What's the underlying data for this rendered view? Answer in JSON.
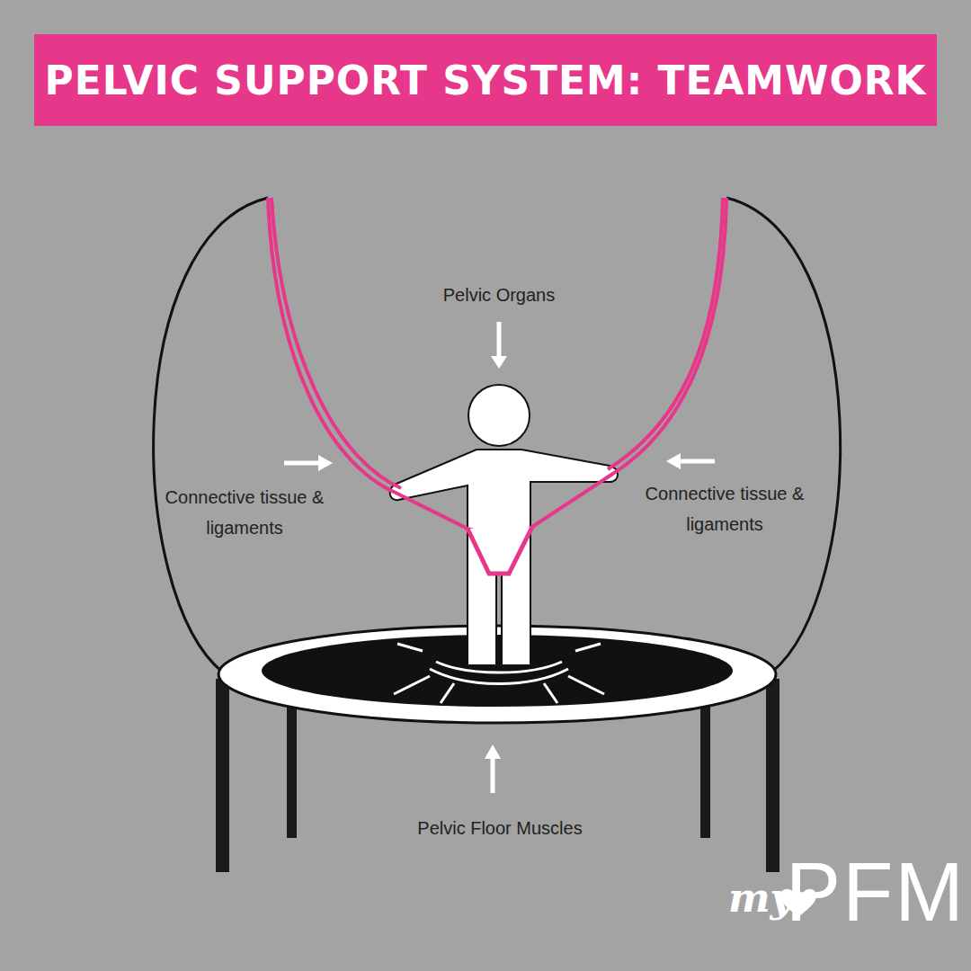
{
  "diagram": {
    "title": "PELVIC SUPPORT SYSTEM: TEAMWORK",
    "labels": [
      "Pelvic Organs",
      "Connective tissue & ligaments",
      "Connective tissue & ligaments",
      "Pelvic Floor Muscles",
      "my",
      "PFM"
    ]
  }
}
